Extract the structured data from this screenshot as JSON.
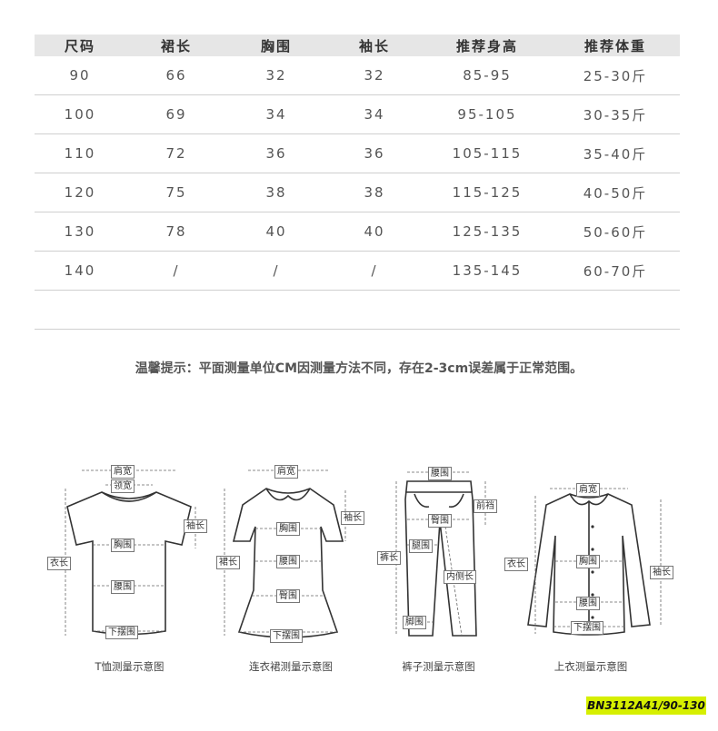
{
  "table": {
    "headers": [
      "尺码",
      "裙长",
      "胸围",
      "袖长",
      "推荐身高",
      "推荐体重"
    ],
    "rows": [
      [
        "90",
        "66",
        "32",
        "32",
        "85-95",
        "25-30斤"
      ],
      [
        "100",
        "69",
        "34",
        "34",
        "95-105",
        "30-35斤"
      ],
      [
        "110",
        "72",
        "36",
        "36",
        "105-115",
        "35-40斤"
      ],
      [
        "120",
        "75",
        "38",
        "38",
        "115-125",
        "40-50斤"
      ],
      [
        "130",
        "78",
        "40",
        "40",
        "125-135",
        "50-60斤"
      ],
      [
        "140",
        "/",
        "/",
        "/",
        "135-145",
        "60-70斤"
      ]
    ]
  },
  "tip": "温馨提示：平面测量单位CM因测量方法不同，存在2-3cm误差属于正常范围。",
  "diagrams": {
    "tshirt": {
      "caption": "T恤测量示意图",
      "labels": {
        "shoulder": "肩宽",
        "collar": "领宽",
        "sleeve": "袖长",
        "chest": "胸围",
        "length": "衣长",
        "waist": "腰围",
        "hem": "下摆围"
      }
    },
    "dress": {
      "caption": "连衣裙测量示意图",
      "labels": {
        "shoulder": "肩宽",
        "sleeve": "袖长",
        "chest": "胸围",
        "length": "裙长",
        "waist": "腰围",
        "hip": "臀围",
        "hem": "下摆围"
      }
    },
    "pants": {
      "caption": "裤子测量示意图",
      "labels": {
        "waist": "腰围",
        "front_rise": "前裆",
        "hip": "臀围",
        "thigh": "腿围",
        "length": "裤长",
        "inseam": "内侧长",
        "leg_opening": "脚围"
      }
    },
    "shirt": {
      "caption": "上衣测量示意图",
      "labels": {
        "shoulder": "肩宽",
        "chest": "胸围",
        "length": "衣长",
        "sleeve": "袖长",
        "waist": "腰围",
        "hem": "下摆围"
      }
    }
  },
  "product_code": "BN3112A41/90-130"
}
